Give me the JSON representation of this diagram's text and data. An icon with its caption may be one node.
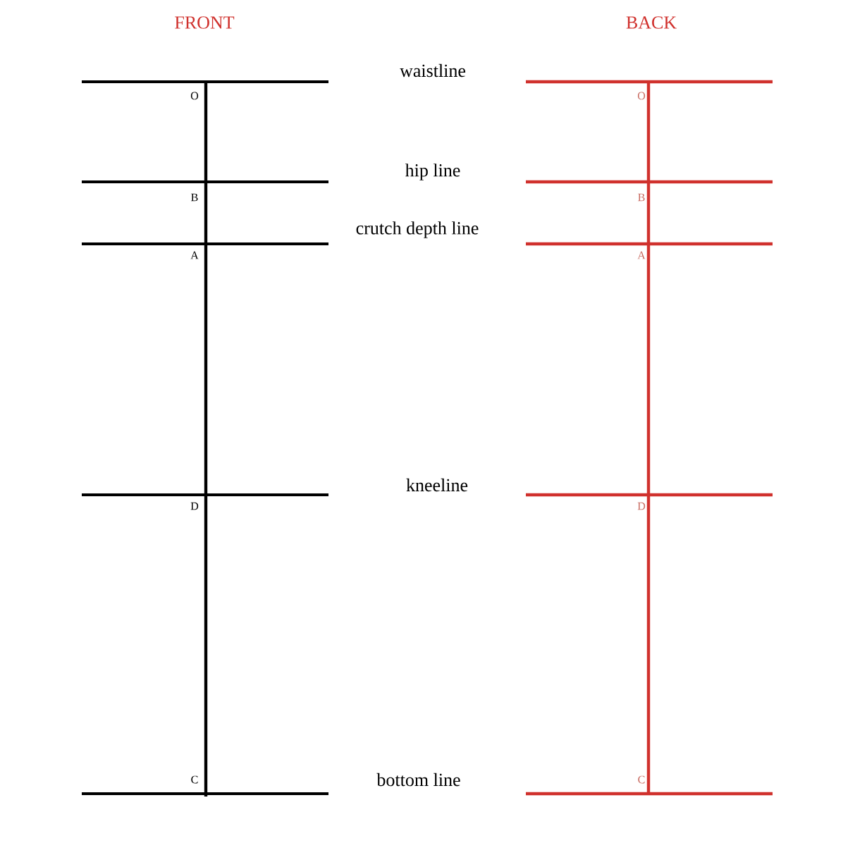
{
  "diagram": {
    "labels": [
      "FRONT",
      "BACK",
      "waistline",
      "O",
      "O",
      "hip line",
      "B",
      "B",
      "crutch depth line",
      "A",
      "A",
      "kneeline",
      "D",
      "D",
      "bottom line",
      "C",
      "C"
    ]
  }
}
